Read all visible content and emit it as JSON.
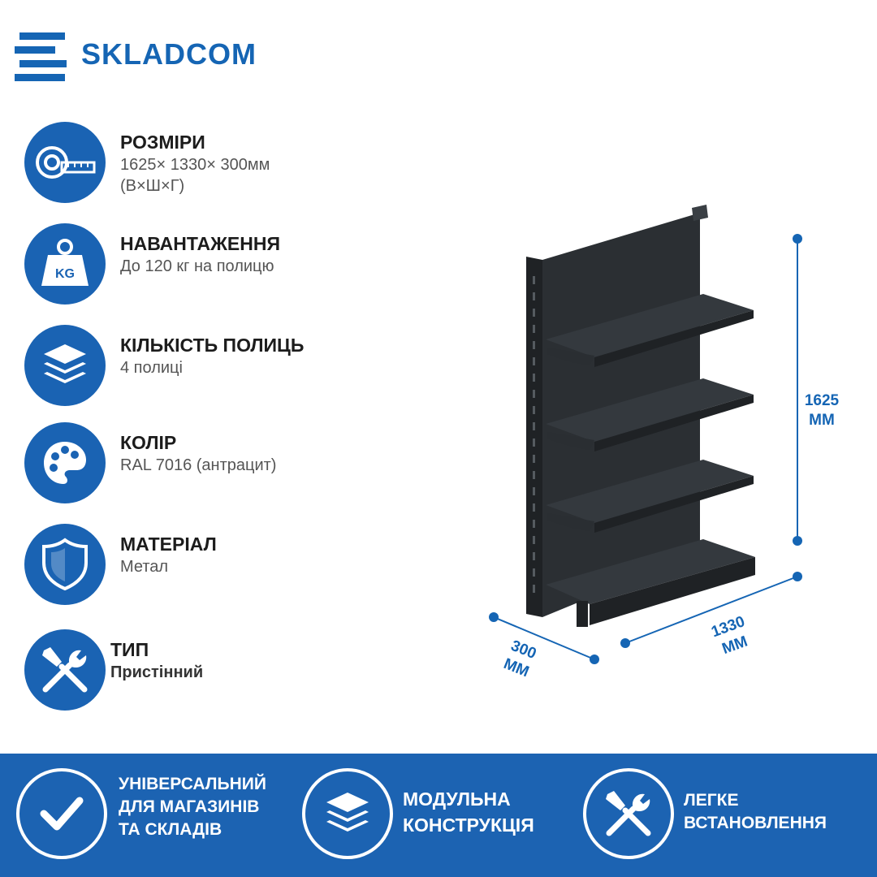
{
  "brand": {
    "name": "SKLADCOM"
  },
  "specs": [
    {
      "icon": "tape-measure-icon",
      "title": "РОЗМІРИ",
      "value": "1625× 1330× 300мм\n(В×Ш×Г)"
    },
    {
      "icon": "weight-kg-icon",
      "title": "НАВАНТАЖЕННЯ",
      "value": "До 120 кг на полицю"
    },
    {
      "icon": "layers-icon",
      "title": "КІЛЬКІСТЬ ПОЛИЦЬ",
      "value": "4 полиці"
    },
    {
      "icon": "palette-icon",
      "title": "КОЛІР",
      "value": "RAL 7016 (антрацит)"
    },
    {
      "icon": "shield-icon",
      "title": "МАТЕРІАЛ",
      "value": "Метал"
    },
    {
      "icon": "tools-icon",
      "title": "ТИП",
      "value": "Пристінний"
    }
  ],
  "weight_badge": "KG",
  "dimensions": {
    "height": "1625\nММ",
    "width": "1330\nММ",
    "depth": "300\nММ"
  },
  "features": [
    {
      "icon": "checkmark-icon",
      "text": "УНІВЕРСАЛЬНИЙ\nДЛЯ МАГАЗИНІВ\nТА СКЛАДІВ"
    },
    {
      "icon": "layers-icon",
      "text": "МОДУЛЬНА\nКОНСТРУКЦІЯ"
    },
    {
      "icon": "tools-icon",
      "text": "ЛЕГКЕ\nВСТАНОВЛЕННЯ"
    }
  ],
  "colors": {
    "brand_blue": "#1a63b3",
    "shelf_color": "#2b2f33"
  }
}
